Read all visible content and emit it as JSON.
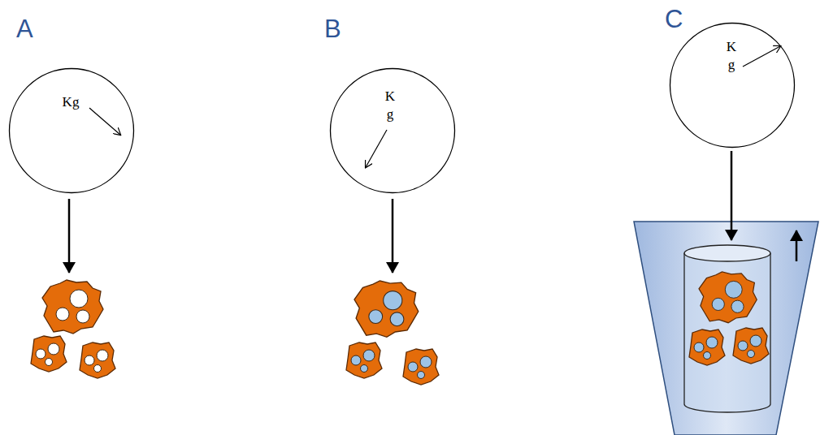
{
  "diagram": {
    "nodes": [
      {
        "text": [
          "Kg"
        ]
      },
      {
        "text": [
          "K",
          "g"
        ]
      },
      {
        "text": [
          "K",
          "g"
        ]
      }
    ],
    "labels": [
      "A",
      "B",
      "C"
    ]
  }
}
